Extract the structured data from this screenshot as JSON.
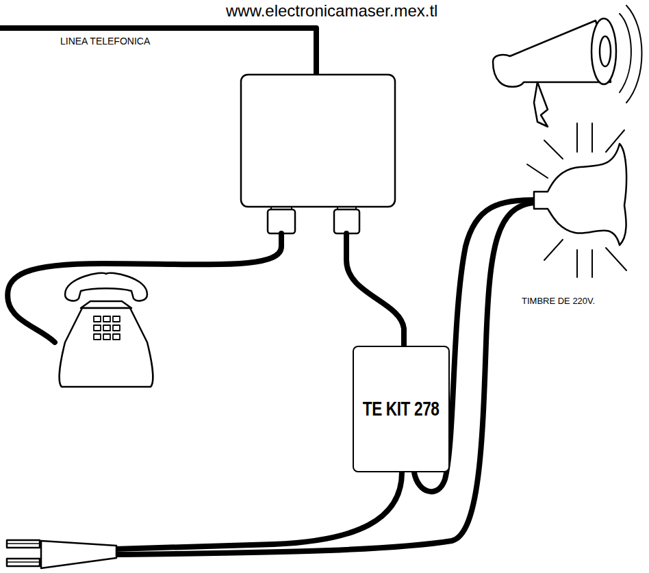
{
  "diagram": {
    "nodes": [
      {
        "text": [
          "TE KIT 278"
        ]
      }
    ],
    "labels": [
      "www.electronicamaser.mex.tl",
      "LINEA TELEFONICA",
      "TIMBRE DE 220V."
    ]
  }
}
